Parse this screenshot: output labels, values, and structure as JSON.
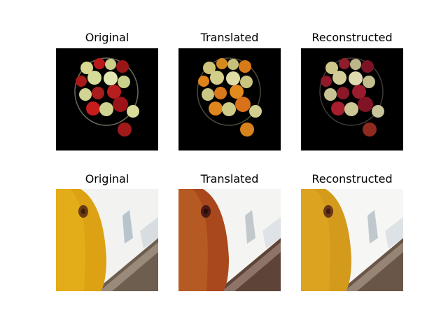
{
  "figure": {
    "rows": [
      {
        "panels": [
          {
            "title": "Original"
          },
          {
            "title": "Translated"
          },
          {
            "title": "Reconstructed"
          }
        ]
      },
      {
        "panels": [
          {
            "title": "Original"
          },
          {
            "title": "Translated"
          },
          {
            "title": "Reconstructed"
          }
        ]
      }
    ]
  }
}
